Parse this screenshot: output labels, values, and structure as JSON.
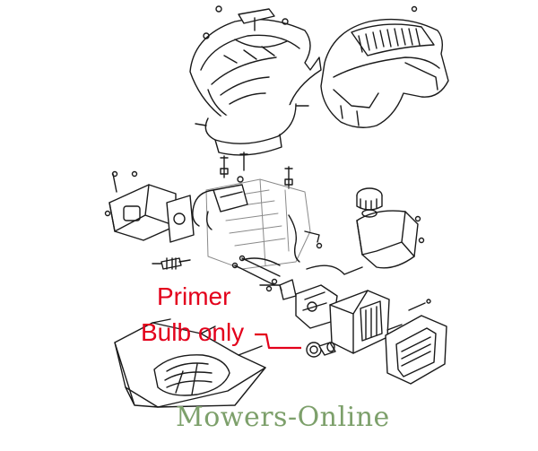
{
  "annotation": {
    "line1": "Primer",
    "line2": "Bulb only",
    "color": "#e3001b"
  },
  "watermark": {
    "text": "Mowers-Online",
    "color": "#7da06b"
  },
  "icons": [
    "engine-cover-icon",
    "fuel-tank-icon",
    "air-filter-icon",
    "muffler-icon",
    "spark-plug-icon",
    "carburettor-icon",
    "primer-bulb-icon",
    "box-icon"
  ]
}
